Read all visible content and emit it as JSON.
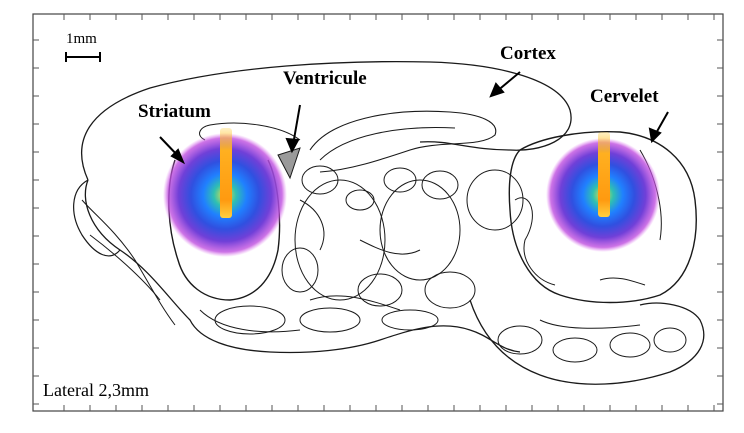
{
  "labels": {
    "scale_bar": "1mm",
    "cortex": "Cortex",
    "ventricule": "Ventricule",
    "striatum": "Striatum",
    "cervelet": "Cervelet",
    "section": "Lateral 2,3mm"
  },
  "colors": {
    "outline": "#1a1a1a",
    "ventricle_fill": "#9a9a9a",
    "hot_core": "#ffb020",
    "mid": "#3aa0ff",
    "outer": "#7a3cd8",
    "fringe": "#c050e0"
  }
}
